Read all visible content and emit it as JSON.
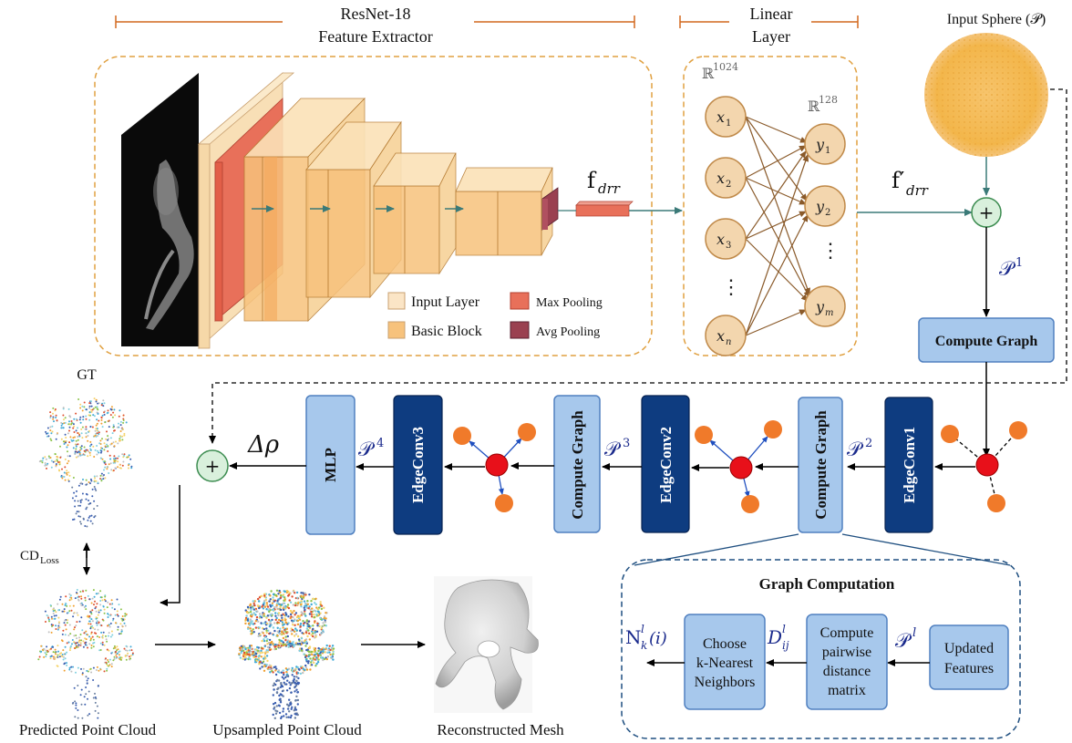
{
  "header": {
    "resnet_title_1": "ResNet-18",
    "resnet_title_2": "Feature Extractor",
    "linear_title_1": "Linear",
    "linear_title_2": "Layer",
    "input_sphere": "Input Sphere (𝒫)"
  },
  "legend": {
    "input_layer": "Input Layer",
    "basic_block": "Basic Block",
    "max_pooling": "Max Pooling",
    "avg_pooling": "Avg Pooling"
  },
  "linear": {
    "dim_in": "ℝ",
    "dim_in_sup": "1024",
    "dim_out": "ℝ",
    "dim_out_sup": "128",
    "inputs": [
      "x",
      "x",
      "x",
      "x"
    ],
    "input_subs": [
      "1",
      "2",
      "3",
      "n"
    ],
    "outputs": [
      "y",
      "y",
      "y"
    ],
    "output_subs": [
      "1",
      "2",
      "m"
    ],
    "ellipsis": "⋮"
  },
  "symbols": {
    "f_drr": "f",
    "f_drr_sub": "drr",
    "f_drr_prime": "f′",
    "f_drr_prime_sub": "drr",
    "plus": "+",
    "p1": "𝒫",
    "p1_sup": "1",
    "p2": "𝒫",
    "p2_sup": "2",
    "p3": "𝒫",
    "p3_sup": "3",
    "p4": "𝒫",
    "p4_sup": "4",
    "delta_rho": "Δρ"
  },
  "pipeline": {
    "compute_graph": "Compute Graph",
    "edgeconv1": "EdgeConv1",
    "edgeconv2": "EdgeConv2",
    "edgeconv3": "EdgeConv3",
    "mlp": "MLP"
  },
  "outputs": {
    "gt": "GT",
    "cd_loss": "CD",
    "cd_loss_sub": "Loss",
    "predicted": "Predicted Point Cloud",
    "upsampled": "Upsampled Point Cloud",
    "mesh": "Reconstructed Mesh"
  },
  "graph_computation": {
    "title": "Graph Computation",
    "updated_1": "Updated",
    "updated_2": "Features",
    "pl": "𝒫",
    "pl_sup": "l",
    "compute_1": "Compute",
    "compute_2": "pairwise",
    "compute_3": "distance",
    "compute_4": "matrix",
    "dij": "D",
    "dij_sup": "l",
    "dij_sub": "ij",
    "knn_1": "Choose",
    "knn_2": "k-Nearest",
    "knn_3": "Neighbors",
    "nk": "N",
    "nk_sup": "l",
    "nk_sub": "k",
    "nk_arg": "(i)"
  },
  "colors": {
    "orange_border": "#e0a040",
    "light_blue": "#a7c8ec",
    "dark_blue": "#0e3c80",
    "node_fill": "#f3d6ae",
    "node_stroke": "#c08a4a",
    "red_node": "#e8101a",
    "orange_node": "#f07a2a",
    "plus_fill": "#d9f0dc",
    "plus_stroke": "#3c8c50"
  }
}
